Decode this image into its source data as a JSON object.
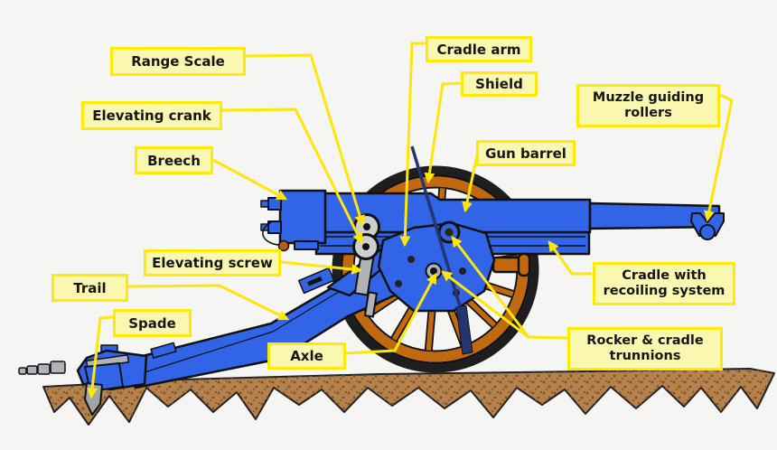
{
  "diagram": {
    "type": "labeled-diagram",
    "subject": "Field artillery gun parts",
    "labels": {
      "range_scale": "Range Scale",
      "cradle_arm": "Cradle arm",
      "shield": "Shield",
      "elevating_crank": "Elevating crank",
      "muzzle_guiding_rollers": "Muzzle guiding rollers",
      "breech": "Breech",
      "gun_barrel": "Gun barrel",
      "elevating_screw": "Elevating screw",
      "trail": "Trail",
      "cradle_with_recoiling_system": "Cradle with recoiling system",
      "spade": "Spade",
      "axle": "Axle",
      "rocker_cradle_trunnions": "Rocker & cradle trunnions"
    },
    "colors": {
      "background": "#F5F5F3",
      "label_fill": "#FAF8B0",
      "label_border": "#FFE90A",
      "leader_line": "#FFE60A",
      "gun_blue": "#3164E6",
      "shield_navy": "#25356F",
      "wheel_orange": "#C2690F",
      "tire_black": "#1E1E1E",
      "metal_gray": "#ADB3B9",
      "ground_brown": "#B5824E",
      "ground_speckle": "#7B4F24"
    }
  }
}
